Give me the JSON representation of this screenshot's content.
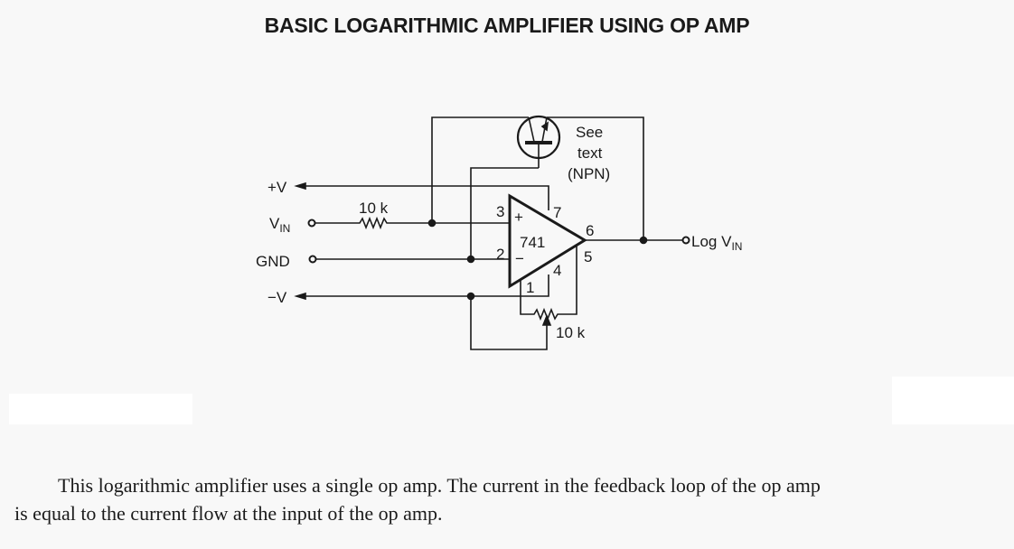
{
  "title": "BASIC LOGARITHMIC AMPLIFIER USING OP AMP",
  "diagram": {
    "plus_v": "+V",
    "vin_main": "V",
    "vin_sub": "IN",
    "gnd": "GND",
    "minus_v": "−V",
    "input_resistor": "10 k",
    "transistor_note": [
      "See",
      "text",
      "(NPN)"
    ],
    "opamp_label": "741",
    "opamp_plus": "+",
    "opamp_minus": "−",
    "pins": {
      "p3": "3",
      "p2": "2",
      "p7": "7",
      "p6": "6",
      "p5": "5",
      "p4": "4",
      "p1": "1"
    },
    "offset_pot": "10 k",
    "output_main": "Log V",
    "output_sub": "IN"
  },
  "caption": {
    "line1": "This logarithmic amplifier uses a single op amp. The current in the feedback loop of the op amp",
    "line2": "is equal to the current flow at the input of the op amp."
  }
}
